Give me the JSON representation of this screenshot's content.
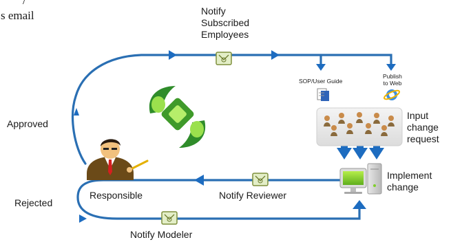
{
  "corner_text": {
    "line1": "/",
    "line2": "s email"
  },
  "labels": {
    "notify_subscribed": "Notify\nSubscribed\nEmployees",
    "sop_user_guide": "SOP/User Guide",
    "publish_to_web": "Publish\nto Web",
    "input_change_request": "Input\nchange\nrequest",
    "implement_change": "Implement\nchange",
    "approved": "Approved",
    "responsible": "Responsible",
    "notify_reviewer": "Notify Reviewer",
    "rejected": "Rejected",
    "notify_modeler": "Notify Modeler"
  },
  "icons": [
    "envelope-icon",
    "document-icon",
    "web-browser-icon",
    "people-group-icon",
    "computer-icon",
    "logo-icon",
    "responsible-person-icon"
  ],
  "colors": {
    "flow": "#2a6fb3",
    "arrow": "#1d6cc0",
    "logo_green": "#3f9a2a",
    "screen_green": "#8dd62c"
  }
}
